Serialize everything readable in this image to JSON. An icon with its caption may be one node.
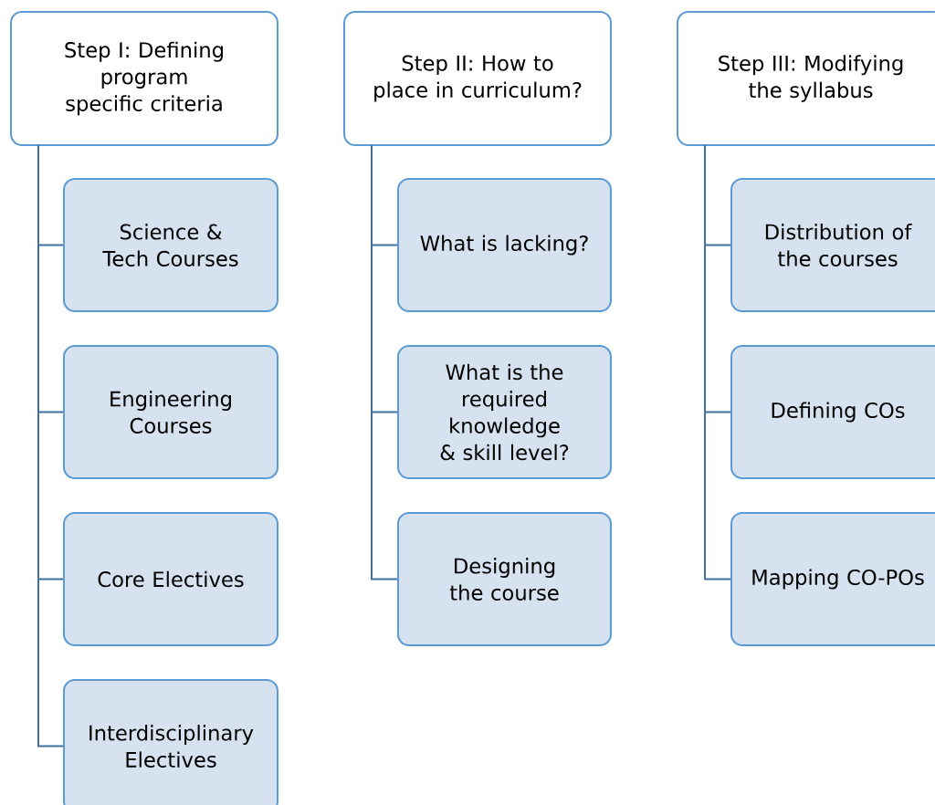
{
  "diagram": {
    "nodes": [
      {
        "text": [
          "Step I: Defining program specific criteria"
        ]
      },
      {
        "text": [
          "Science & Tech Courses"
        ]
      },
      {
        "text": [
          "Engineering Courses"
        ]
      },
      {
        "text": [
          "Core Electives"
        ]
      },
      {
        "text": [
          "Interdisciplinary Electives"
        ]
      },
      {
        "text": [
          "Step II: How to place in curriculum?"
        ]
      },
      {
        "text": [
          "What is lacking?"
        ]
      },
      {
        "text": [
          "What is the required knowledge & skill level?"
        ]
      },
      {
        "text": [
          "Designing the course"
        ]
      },
      {
        "text": [
          "Step III: Modifying the syllabus"
        ]
      },
      {
        "text": [
          "Distribution of the courses"
        ]
      },
      {
        "text": [
          "Defining COs"
        ]
      },
      {
        "text": [
          "Mapping CO-POs"
        ]
      }
    ],
    "edges": [
      {
        "from": 0,
        "to": 1,
        "arrow": "none"
      },
      {
        "from": 0,
        "to": 2,
        "arrow": "none"
      },
      {
        "from": 0,
        "to": 3,
        "arrow": "none"
      },
      {
        "from": 0,
        "to": 4,
        "arrow": "none"
      },
      {
        "from": 5,
        "to": 6,
        "arrow": "none"
      },
      {
        "from": 5,
        "to": 7,
        "arrow": "none"
      },
      {
        "from": 5,
        "to": 8,
        "arrow": "none"
      },
      {
        "from": 9,
        "to": 10,
        "arrow": "none"
      },
      {
        "from": 9,
        "to": 11,
        "arrow": "none"
      },
      {
        "from": 9,
        "to": 12,
        "arrow": "none"
      }
    ]
  }
}
